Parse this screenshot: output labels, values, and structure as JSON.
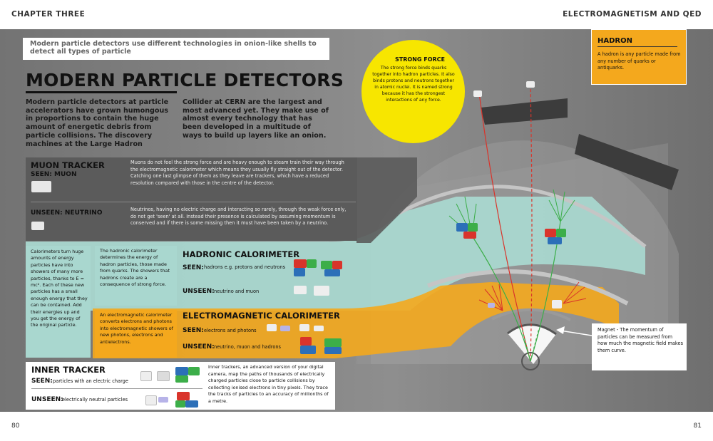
{
  "header": {
    "left": "CHAPTER THREE",
    "right": "ELECTROMAGNETISM AND QED"
  },
  "page_numbers": {
    "left": "80",
    "right": "81"
  },
  "intro": "Modern particle detectors use different technologies in onion-like shells to detect all types of particle",
  "title": "MODERN PARTICLE DETECTORS",
  "body_left": "Modern particle detectors at particle accelerators have grown humongous in proportions to contain the huge amount of energetic debris from particle collisions. The discovery machines at the Large Hadron",
  "body_right": "Collider at CERN are the largest and most advanced yet. They make use of almost every technology that has been developed in a multitude of ways to build up layers like an onion.",
  "muon": {
    "heading": "MUON TRACKER",
    "seen": "SEEN: MUON",
    "seen_text": "Muons do not feel the strong force and are heavy enough to steam train their way through the electromagnetic calorimeter which means they usually fly straight out of the detector. Catching one last glimpse of them as they leave are trackers, which have a reduced resolution compared with those in the centre of the detector.",
    "unseen": "UNSEEN: NEUTRINO",
    "unseen_text": "Neutrinos, having no electric charge and interacting so rarely, through the weak force only, do not get 'seen' at all. Instead their presence is calculated by assuming momentum is conserved and if there is some missing then it must have been taken by a neutrino."
  },
  "calorimeter_note": "Calorimeters turn huge amounts of energy particles have into showers of many more particles, thanks to E = mc². Each of these new particles has a small enough energy that they can be contained. Add their energies up and you get the energy of the original particle.",
  "hadronic": {
    "desc": "The hadronic calorimeter determines the energy of hadron particles, those made from quarks. The showers that hadrons create are a consequence of strong force.",
    "heading": "HADRONIC CALORIMETER",
    "seen_label": "SEEN:",
    "seen_text": "hadrons e.g. protons and neutrons",
    "unseen_label": "UNSEEN:",
    "unseen_text": "neutrino and muon"
  },
  "electromagnetic": {
    "desc": "An electromagnetic calorimeter converts electrons and photons into electromagnetic showers of new photons, electrons and antielectrons.",
    "heading": "ELECTROMAGNETIC CALORIMETER",
    "seen_label": "SEEN:",
    "seen_text": "electrons and photons",
    "unseen_label": "UNSEEN:",
    "unseen_text": "neutrino, muon and hadrons"
  },
  "inner": {
    "heading": "INNER TRACKER",
    "seen_label": "SEEN:",
    "seen_text": "particles with an electric charge",
    "unseen_label": "UNSEEN:",
    "unseen_text": "electrically neutral particles",
    "desc": "Inner trackers, an advanced version of your digital camera, map the paths of thousands of electrically charged particles close to particle collisions by collecting ionised electrons in tiny pixels. They trace the tracks of particles to an accuracy of millionths of a metre."
  },
  "strong_force": {
    "heading": "STRONG FORCE",
    "text": "The strong force binds quarks together into hadron particles. It also binds protons and neutrons together in atomic nuclei. It is named strong because it has the strongest interactions of any force."
  },
  "hadron": {
    "heading": "HADRON",
    "text": "A hadron is any particle made from any number of quarks or antiquarks."
  },
  "magnet": {
    "text": "Magnet - The momentum of particles can be measured from how much the magnetic field makes them curve."
  },
  "colors": {
    "background": "#7d7d7d",
    "muon_panel": "#5b5b5b",
    "hadronic": "#a9d7cf",
    "electromagnetic": "#f4a81d",
    "strong_force": "#f7e600",
    "track_red": "#d9342b",
    "track_green": "#3cae49"
  }
}
